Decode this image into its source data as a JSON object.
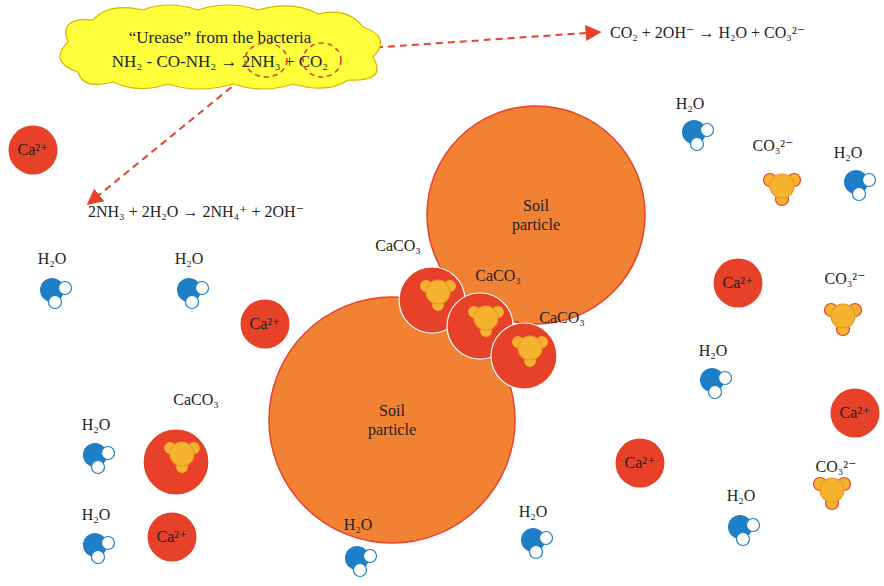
{
  "diagram": {
    "nodes": [
      {
        "text": [
          "“Urease” from the bacteria",
          "NH₂ - CO-NH₂ → 2NH₃ + CO₂"
        ]
      },
      {
        "text": [
          "Ca²⁺"
        ]
      },
      {
        "text": [
          "Soil particle"
        ]
      },
      {
        "text": [
          "Ca²⁺"
        ]
      },
      {
        "text": [
          "Ca²⁺"
        ]
      },
      {
        "text": [
          "Soil particle"
        ]
      },
      {
        "text": [
          "Ca²⁺"
        ]
      },
      {
        "text": [
          "Ca²⁺"
        ]
      },
      {
        "text": [
          "Ca²⁺"
        ]
      }
    ],
    "labels": [
      "CO₂ + 2OH⁻ → H₂O + CO₃²⁻",
      "2NH₃ + 2H₂O → 2NH₄⁺ + 2OH⁻",
      "H₂O",
      "CO₃²⁻",
      "H₂O",
      "H₂O",
      "H₂O",
      "CaCO₃",
      "CaCO₃",
      "CaCO₃",
      "CO₃²⁻",
      "H₂O",
      "CaCO₃",
      "H₂O",
      "H₂O",
      "CO₃²⁻",
      "H₂O",
      "H₂O",
      "H₂O"
    ]
  }
}
